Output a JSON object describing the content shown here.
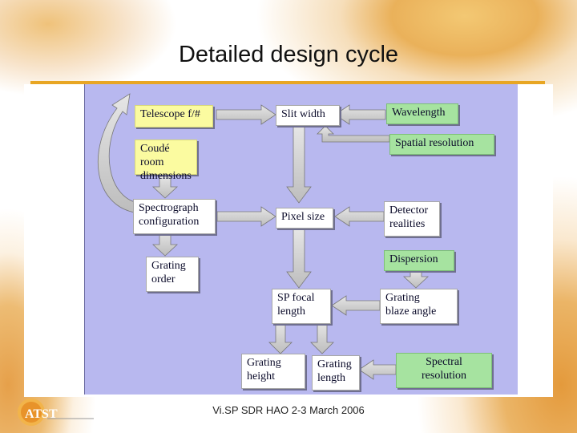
{
  "slide": {
    "title": "Detailed design cycle",
    "footer": "Vi.SP SDR HAO 2-3 March 2006",
    "logo_text": "ATST"
  },
  "diagram": {
    "nodes": {
      "telescope": "Telescope f/#",
      "slit_width": "Slit width",
      "wavelength": "Wavelength",
      "spatial_resolution": "Spatial resolution",
      "coude_room": [
        "Coudé room",
        "dimensions"
      ],
      "spectrograph": [
        "Spectrograph",
        "configuration"
      ],
      "pixel_size": "Pixel size",
      "detector": [
        "Detector",
        "realities"
      ],
      "grating_order": [
        "Grating",
        "order"
      ],
      "dispersion": "Dispersion",
      "sp_focal": [
        "SP focal",
        "length"
      ],
      "blaze_angle": [
        "Grating",
        "blaze angle"
      ],
      "grating_height": [
        "Grating",
        "height"
      ],
      "grating_length": [
        "Grating",
        "length"
      ],
      "spectral_resolution": [
        "Spectral",
        "resolution"
      ]
    }
  },
  "colors": {
    "diagram_background": "#b8b8ef",
    "input_box": "#fbfba0",
    "requirement_box": "#a6e3a0",
    "derived_box": "#ffffff",
    "arrow_fill": "#cfcfcf",
    "title_rule": "#e8a623"
  }
}
